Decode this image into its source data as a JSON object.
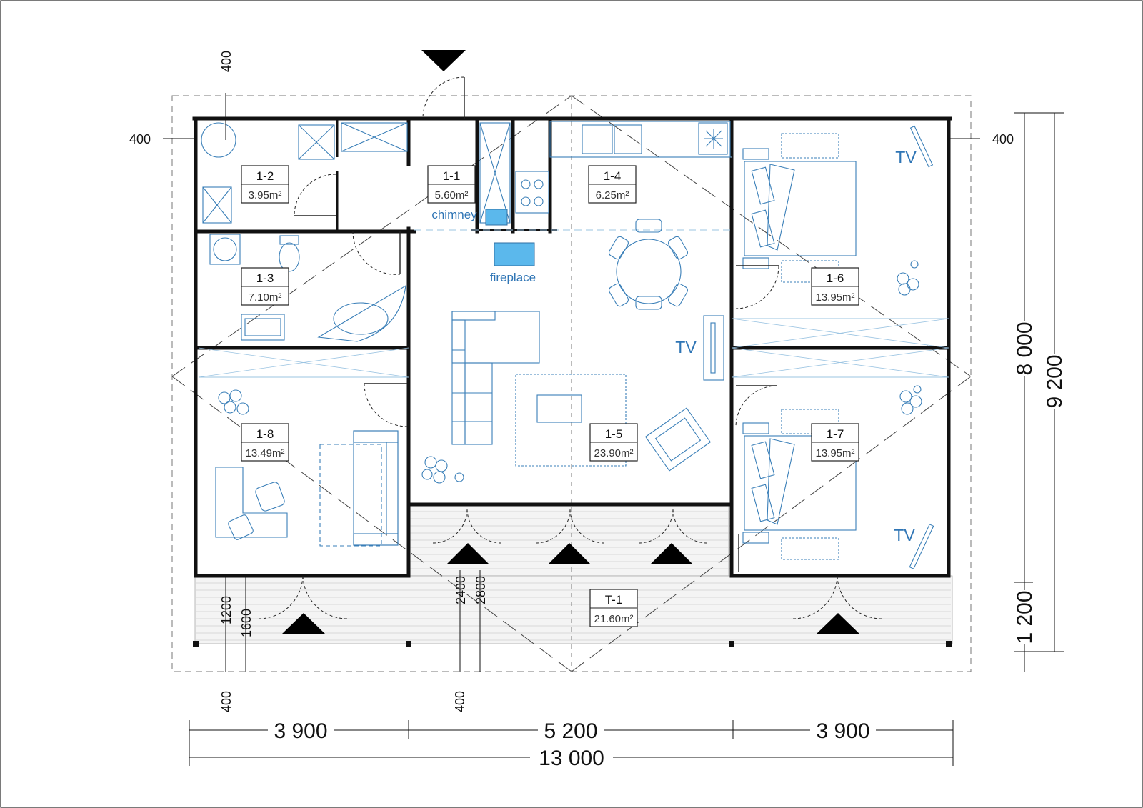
{
  "rooms": [
    {
      "id": "1-1",
      "area": "5.60m²"
    },
    {
      "id": "1-2",
      "area": "3.95m²"
    },
    {
      "id": "1-3",
      "area": "7.10m²"
    },
    {
      "id": "1-4",
      "area": "6.25m²"
    },
    {
      "id": "1-5",
      "area": "23.90m²"
    },
    {
      "id": "1-6",
      "area": "13.95m²"
    },
    {
      "id": "1-7",
      "area": "13.95m²"
    },
    {
      "id": "1-8",
      "area": "13.49m²"
    },
    {
      "id": "T-1",
      "area": "21.60m²"
    }
  ],
  "annotations": {
    "chimney": "chimney",
    "fireplace": "fireplace",
    "tv": "TV"
  },
  "dimensions": {
    "overhang": "400",
    "bottom_segments": [
      "3 900",
      "5 200",
      "3 900"
    ],
    "bottom_total": "13 000",
    "right_body": "8 000",
    "right_total": "9 200",
    "right_terrace": "1 200",
    "terrace_left_a": "1200",
    "terrace_left_b": "1600",
    "terrace_mid_a": "2400",
    "terrace_mid_b": "2800"
  },
  "colors": {
    "furniture": "#3a7fb8",
    "fixture_fill": "#5bb8ec",
    "wall": "#111111"
  }
}
